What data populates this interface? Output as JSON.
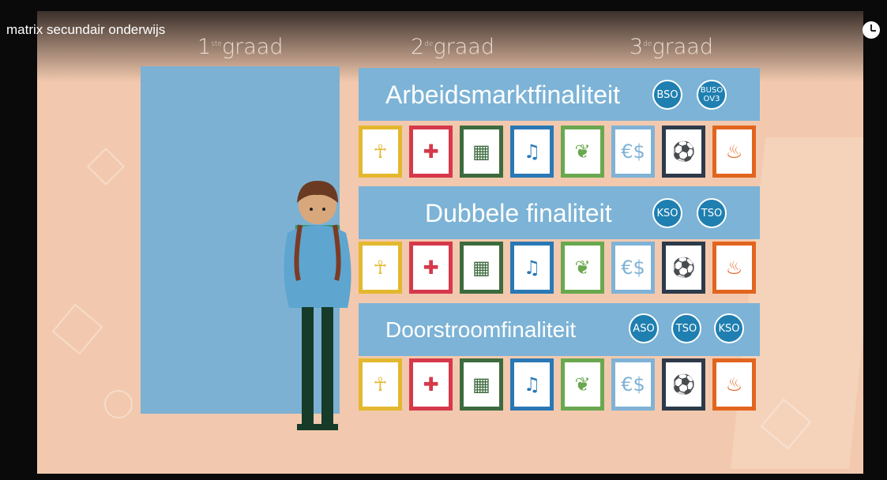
{
  "video_title": "matrix secundair onderwijs",
  "grades": [
    {
      "num": "1",
      "sup": "ste",
      "label": "graad"
    },
    {
      "num": "2",
      "sup": "de",
      "label": "graad"
    },
    {
      "num": "3",
      "sup": "de",
      "label": "graad"
    }
  ],
  "bands": [
    {
      "title": "Arbeidsmarktfinaliteit",
      "badges": [
        "BSO",
        "BUSO OV3"
      ]
    },
    {
      "title": "Dubbele finaliteit",
      "badges": [
        "KSO",
        "TSO"
      ]
    },
    {
      "title": "Doorstroomfinaliteit",
      "badges": [
        "ASO",
        "TSO",
        "KSO"
      ]
    }
  ],
  "tile_icons": [
    {
      "name": "scarecrow-icon",
      "glyph": "☥",
      "color": "#e3b82f"
    },
    {
      "name": "first-aid-icon",
      "glyph": "✚",
      "color": "#d6394b"
    },
    {
      "name": "building-icon",
      "glyph": "▦",
      "color": "#3d6b3e"
    },
    {
      "name": "arts-icon",
      "glyph": "♫",
      "color": "#2a78b5"
    },
    {
      "name": "plant-hand-icon",
      "glyph": "❦",
      "color": "#6aa84f"
    },
    {
      "name": "economy-icon",
      "glyph": "€$",
      "color": "#7fb2d6"
    },
    {
      "name": "sports-icon",
      "glyph": "⚽",
      "color": "#2d3a4a"
    },
    {
      "name": "food-service-icon",
      "glyph": "♨",
      "color": "#e2651f"
    }
  ],
  "colors": {
    "stage": "#f2c9ae",
    "band": "#7cb3d6",
    "door": "#7db1d3",
    "badge": "#1f7fb0"
  }
}
